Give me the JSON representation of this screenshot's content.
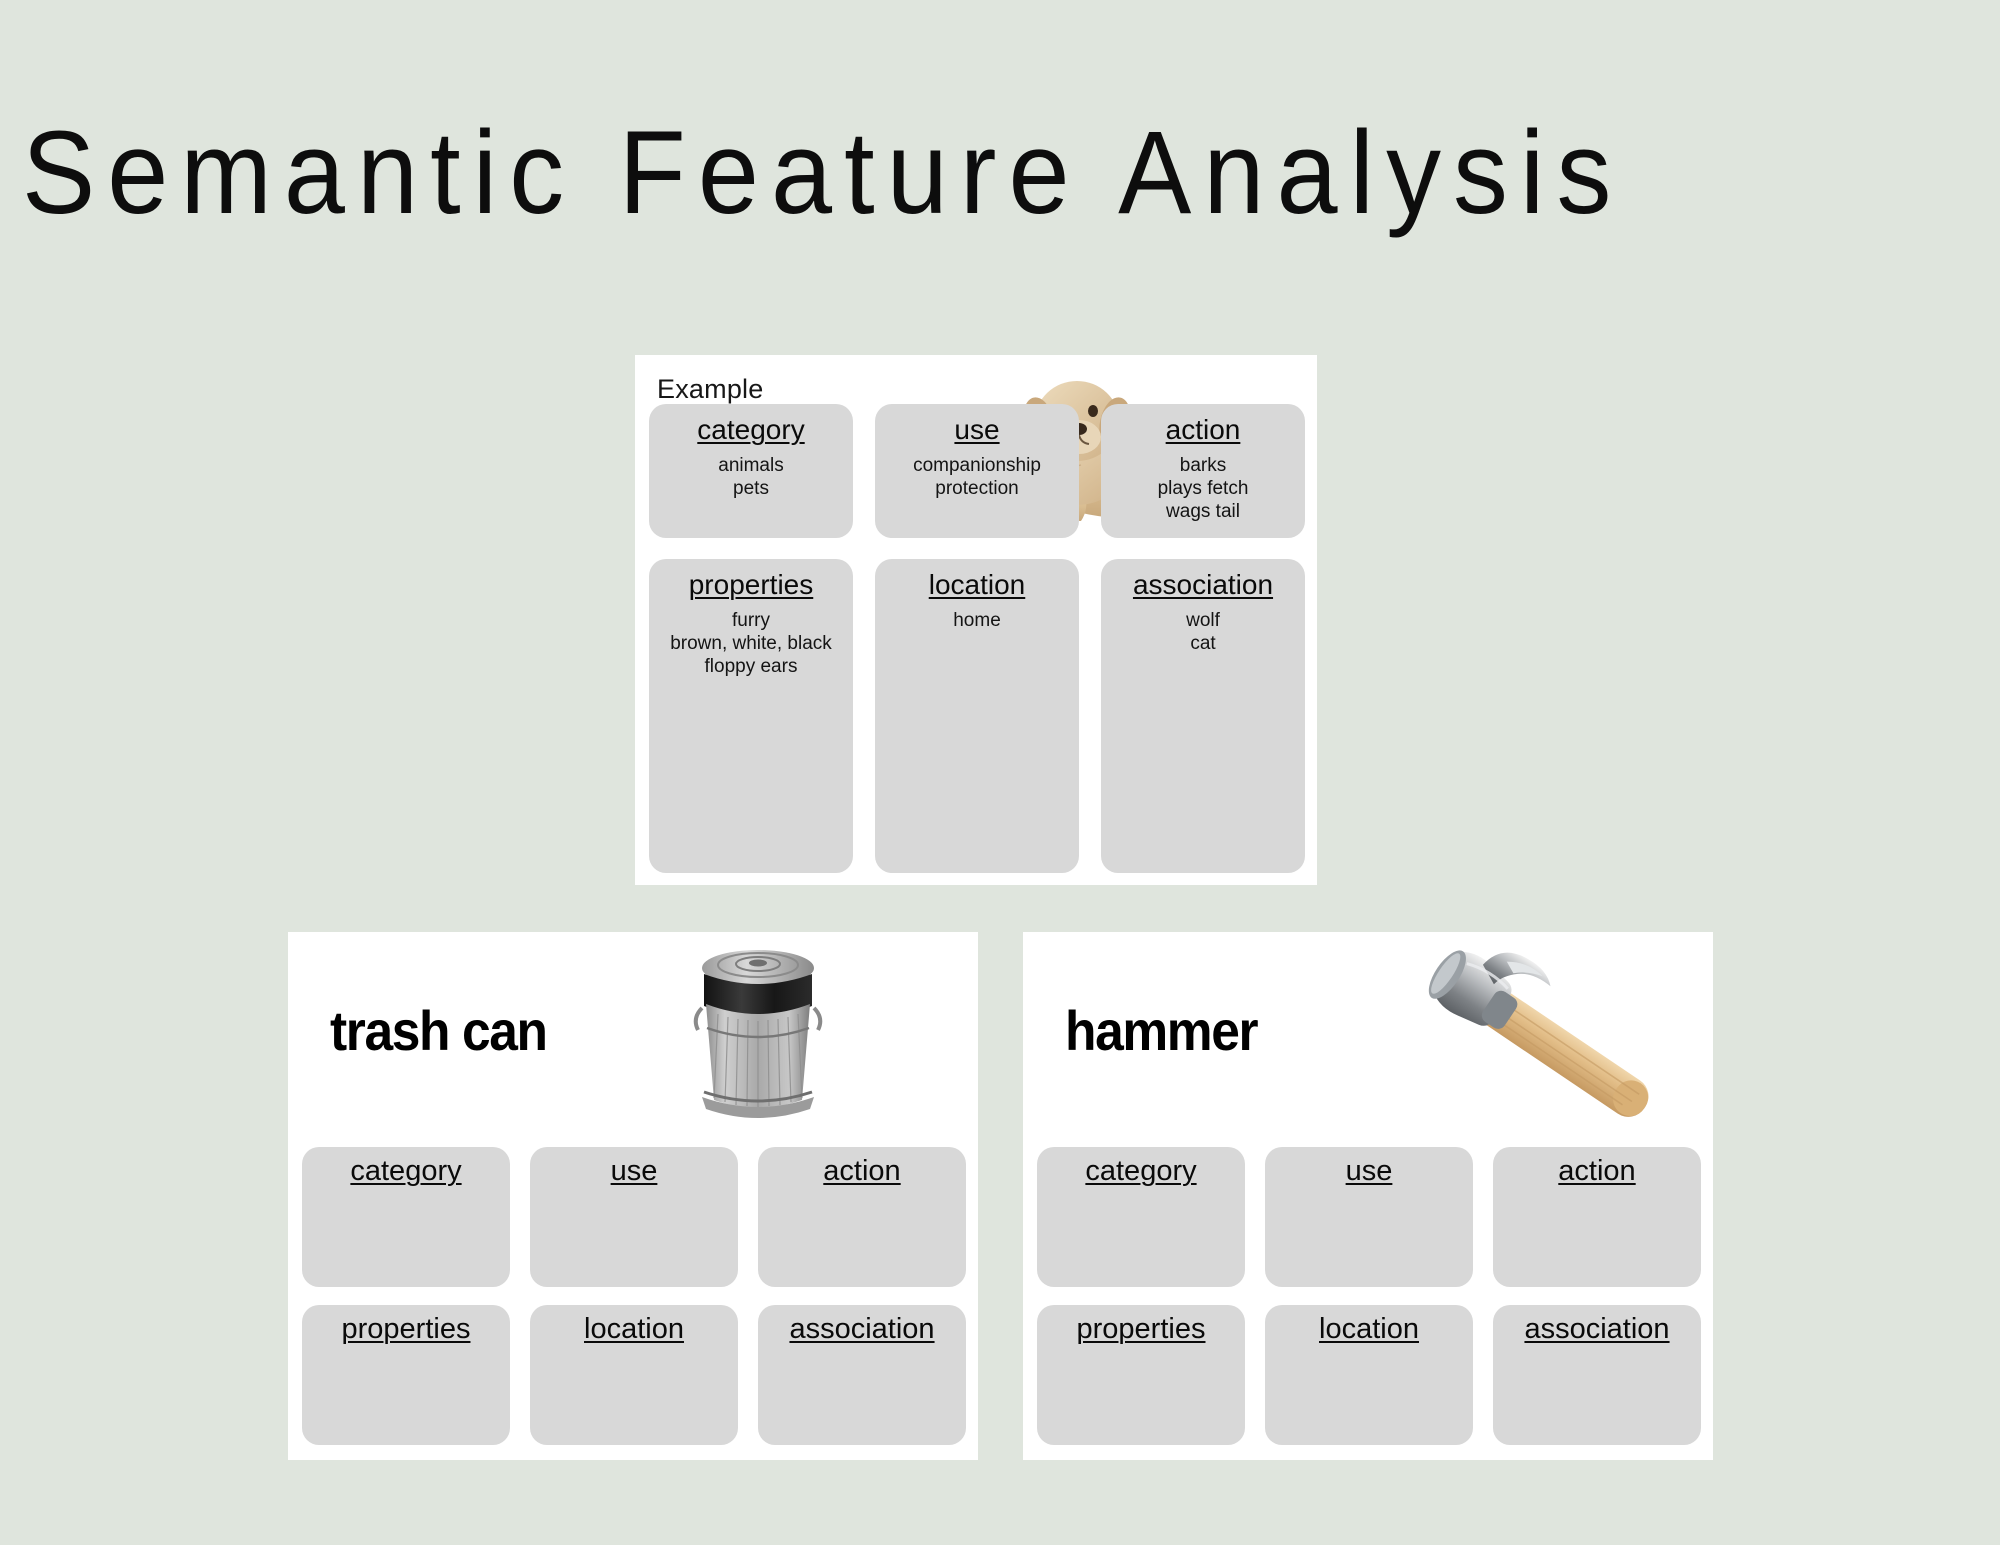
{
  "page": {
    "title": "Semantic Feature Analysis",
    "background_color": "#dfe5dd",
    "card_color": "#ffffff",
    "box_color": "#d8d8d8"
  },
  "example_card": {
    "tag": "Example",
    "word": "dog",
    "image": "dog-photo",
    "features": [
      {
        "label": "category",
        "values": [
          "animals",
          "pets"
        ]
      },
      {
        "label": "use",
        "values": [
          "companionship",
          "protection"
        ]
      },
      {
        "label": "action",
        "values": [
          "barks",
          "plays fetch",
          "wags tail"
        ]
      },
      {
        "label": "properties",
        "values": [
          "furry",
          "brown, white, black",
          "floppy ears"
        ]
      },
      {
        "label": "location",
        "values": [
          "home"
        ]
      },
      {
        "label": "association",
        "values": [
          "wolf",
          "cat"
        ]
      }
    ]
  },
  "worksheets": [
    {
      "word": "trash can",
      "image": "trash-can-photo",
      "features": [
        {
          "label": "category",
          "values": []
        },
        {
          "label": "use",
          "values": []
        },
        {
          "label": "action",
          "values": []
        },
        {
          "label": "properties",
          "values": []
        },
        {
          "label": "location",
          "values": []
        },
        {
          "label": "association",
          "values": []
        }
      ]
    },
    {
      "word": "hammer",
      "image": "hammer-photo",
      "features": [
        {
          "label": "category",
          "values": []
        },
        {
          "label": "use",
          "values": []
        },
        {
          "label": "action",
          "values": []
        },
        {
          "label": "properties",
          "values": []
        },
        {
          "label": "location",
          "values": []
        },
        {
          "label": "association",
          "values": []
        }
      ]
    }
  ]
}
